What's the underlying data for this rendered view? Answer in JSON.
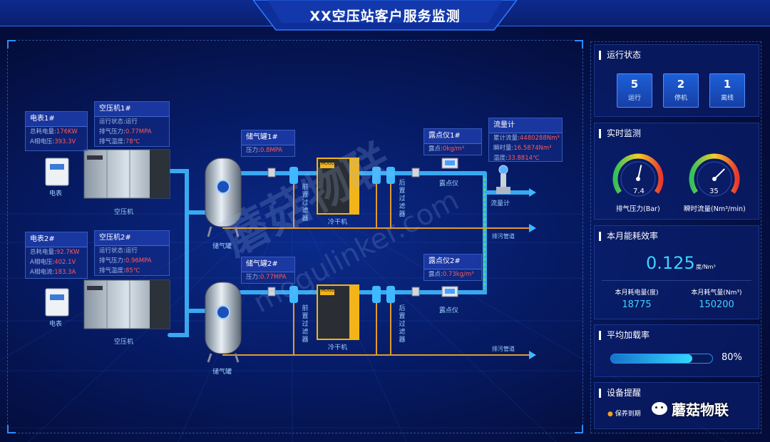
{
  "header": {
    "title": "XX空压站客户服务监测"
  },
  "meters": [
    {
      "title": "电表1#",
      "rows": [
        {
          "k": "总耗电量:",
          "v": "176KW"
        },
        {
          "k": "A相电压:",
          "v": "393.3V"
        }
      ]
    },
    {
      "title": "电表2#",
      "rows": [
        {
          "k": "总耗电量:",
          "v": "92.7KW"
        },
        {
          "k": "A相电压:",
          "v": "402.1V"
        },
        {
          "k": "A相电流:",
          "v": "183.3A"
        }
      ]
    }
  ],
  "compressors": [
    {
      "title": "空压机1#",
      "rows": [
        {
          "k": "运行状态:",
          "v": "运行"
        },
        {
          "k": "排气压力:",
          "v": "0.77MPA"
        },
        {
          "k": "排气温度:",
          "v": "78℃"
        }
      ]
    },
    {
      "title": "空压机2#",
      "rows": [
        {
          "k": "运行状态:",
          "v": "运行"
        },
        {
          "k": "排气压力:",
          "v": "0.96MPA"
        },
        {
          "k": "排气温度:",
          "v": "85℃"
        }
      ]
    }
  ],
  "tanks": [
    {
      "title": "储气罐1#",
      "rows": [
        {
          "k": "压力:",
          "v": "0.8MPA"
        }
      ]
    },
    {
      "title": "储气罐2#",
      "rows": [
        {
          "k": "压力:",
          "v": "0.77MPA"
        }
      ]
    }
  ],
  "dewpoints": [
    {
      "title": "露点仪1#",
      "rows": [
        {
          "k": "露点:",
          "v": "0kg/m³"
        }
      ]
    },
    {
      "title": "露点仪2#",
      "rows": [
        {
          "k": "露点:",
          "v": "0.73kg/m³"
        }
      ]
    }
  ],
  "flowmeter": {
    "title": "流量计",
    "rows": [
      {
        "k": "累计流量:",
        "v": "4480288Nm³"
      },
      {
        "k": "瞬时量:",
        "v": "16.5874Nm³"
      },
      {
        "k": "温度:",
        "v": "33.8814℃"
      }
    ]
  },
  "labels": {
    "meter": "电表",
    "compressor": "空压机",
    "tank": "储气罐",
    "dryer": "冷干机",
    "dewpoint": "露点仪",
    "flowmeter": "流量计",
    "drain": "排污管道",
    "pre_filter": "前置过滤器",
    "post_filter": "后置过滤器",
    "dryer_brand": "MOGU"
  },
  "watermark": {
    "cn": "蘑菇物联",
    "en": "mogulinker.com"
  },
  "panel": {
    "status": {
      "title": "运行状态",
      "items": [
        {
          "n": "5",
          "label": "运行"
        },
        {
          "n": "2",
          "label": "停机"
        },
        {
          "n": "1",
          "label": "离线"
        }
      ]
    },
    "realtime": {
      "title": "实时监测",
      "gauges": [
        {
          "value": 7.4,
          "display": "7.4",
          "caption": "排气压力(Bar)",
          "fraction": 0.55
        },
        {
          "value": 35,
          "display": "35",
          "caption": "瞬时流量(Nm³/min)",
          "fraction": 0.68
        }
      ]
    },
    "efficiency": {
      "title": "本月能耗效率",
      "value": "0.125",
      "unit": "度/Nm³",
      "sub": [
        {
          "label": "本月耗电量(度)",
          "value": "18775"
        },
        {
          "label": "本月耗气量(Nm³)",
          "value": "150200"
        }
      ]
    },
    "load": {
      "title": "平均加载率",
      "value": "80%",
      "fraction": 0.8
    },
    "alerts": {
      "title": "设备提醒",
      "item": "保养到期"
    },
    "brand": {
      "text": "蘑菇物联"
    }
  },
  "colors": {
    "accent": "#3fd2ff",
    "alarm": "#ff5a5a",
    "pipe": "#3fb8ff",
    "dryer": "#f2b418"
  }
}
